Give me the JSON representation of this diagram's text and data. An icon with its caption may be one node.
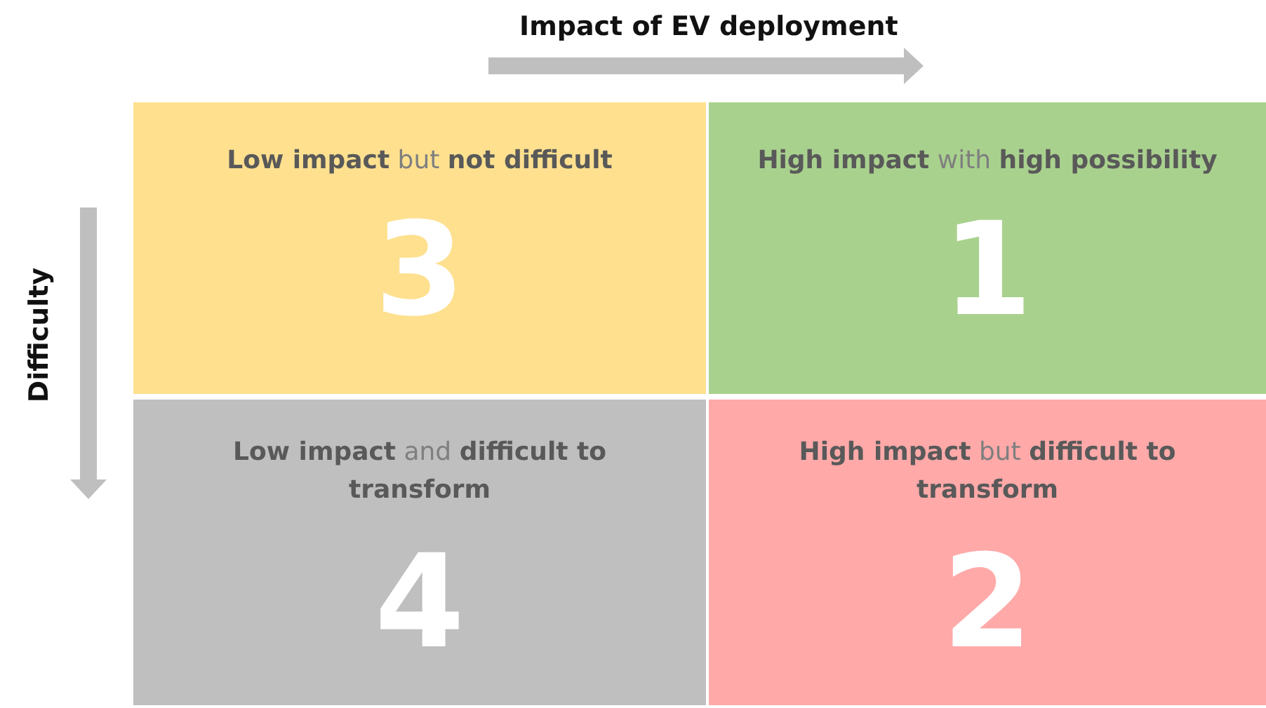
{
  "diagram": {
    "nodes": [
      {
        "text": [
          "**Low impact** but **not difficult**",
          "3"
        ]
      },
      {
        "text": [
          "**High impact** with **high possibility**",
          "1"
        ]
      },
      {
        "text": [
          "**Low impact** and **difficult to transform**",
          "4"
        ]
      },
      {
        "text": [
          "**High impact** but **difficult to transform**",
          "2"
        ]
      }
    ],
    "edges": [],
    "labels": [
      "Impact of EV deployment",
      "Difficulty"
    ]
  }
}
